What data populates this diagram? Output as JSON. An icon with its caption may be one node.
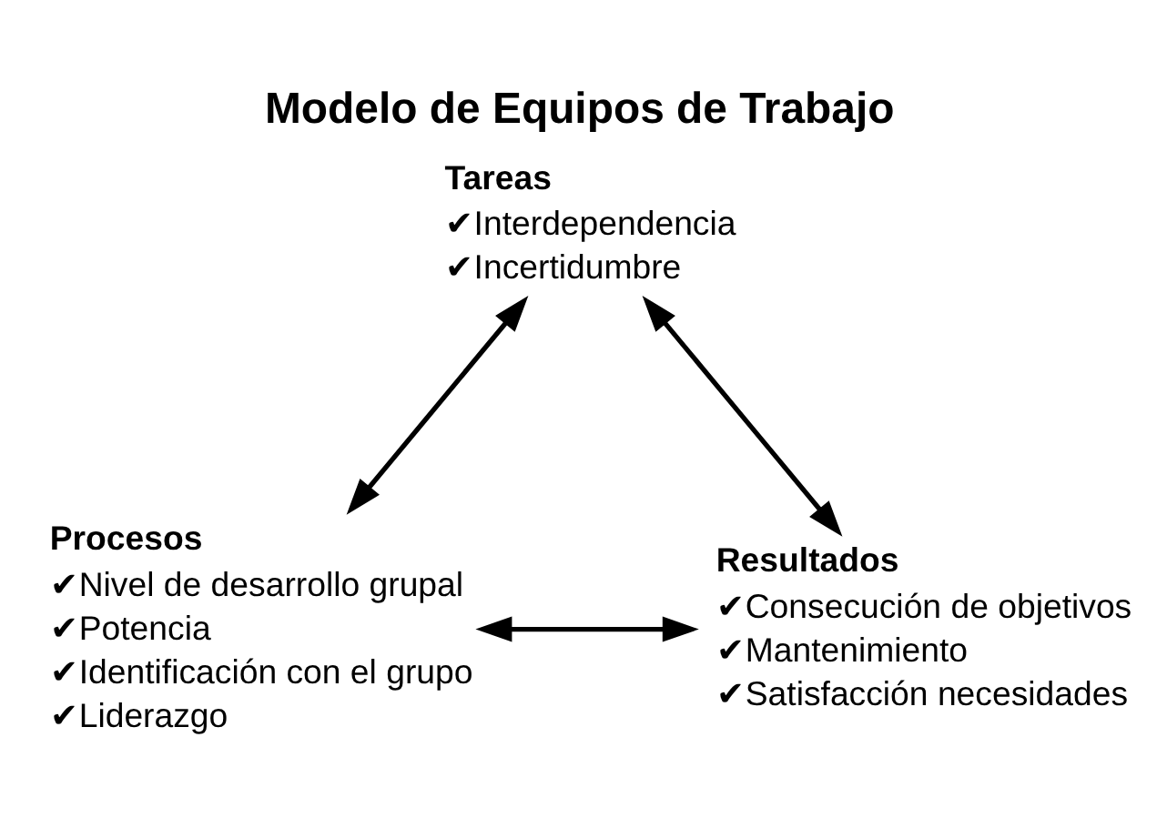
{
  "diagram": {
    "title": "Modelo de Equipos de Trabajo",
    "nodes": [
      {
        "text": [
          "Tareas",
          "✔Interdependencia",
          "✔Incertidumbre"
        ]
      },
      {
        "text": [
          "Procesos",
          "✔Nivel de desarrollo grupal",
          "✔Potencia",
          "✔Identificación con el grupo",
          "✔Liderazgo"
        ]
      },
      {
        "text": [
          "Resultados",
          "✔Consecución de objetivos",
          "✔Mantenimiento",
          "✔Satisfacción necesidades"
        ]
      }
    ],
    "edges": [
      {
        "from": 0,
        "to": 1,
        "arrow": "both"
      },
      {
        "from": 0,
        "to": 2,
        "arrow": "both"
      },
      {
        "from": 1,
        "to": 2,
        "arrow": "both"
      }
    ]
  }
}
